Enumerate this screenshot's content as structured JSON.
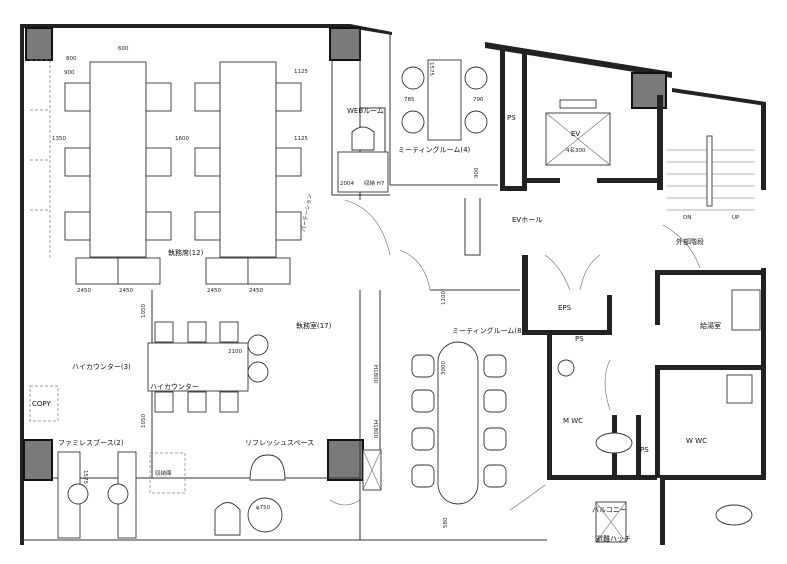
{
  "rooms": {
    "work_area": "執務席(12)",
    "office_area": "執務室(17)",
    "high_counter_3": "ハイカウンター(3)",
    "high_counter": "ハイカウンター",
    "family_booth": "ファミレスブース(2)",
    "refresh_space": "リフレッシュスペース",
    "web_room": "WEBルーム",
    "meeting_room_4": "ミーティングルーム(4)",
    "meeting_room_8": "ミーティングルーム(8)",
    "ev_hall": "EVホール",
    "ev": "EV",
    "ev_size": "4名300",
    "external_stairs": "外部階段",
    "kitchenette": "給湯室",
    "men_wc": "M WC",
    "women_wc": "W WC",
    "ps_1": "PS",
    "ps_2": "PS",
    "ps_3": "PS",
    "eps": "EPS",
    "copy": "COPY",
    "balcony": "バルコニー",
    "escape_hatch": "避難ハッチ",
    "storage": "収納庫",
    "partition": "パーテーション",
    "down": "DN",
    "up": "UP"
  },
  "dimensions": {
    "d800": "800",
    "d900": "900",
    "d600": "600",
    "d1125a": "1125",
    "d1125b": "1125",
    "d1350": "1350",
    "d1600": "1600",
    "d2450a": "2450",
    "d2450b": "2450",
    "d2450c": "2450",
    "d2450d": "2450",
    "d2100": "2100",
    "d1050a": "1050",
    "d1050b": "1050",
    "d1100": "1100",
    "d3000": "3000",
    "d580": "580",
    "d1575a": "1575",
    "d1575b": "1575",
    "d785": "785",
    "d790": "790",
    "d900b": "900",
    "d750": "φ750",
    "h1800a": "H1800",
    "h1800b": "H1800",
    "d2004": "2004",
    "storage_shelf": "収納 H7"
  }
}
